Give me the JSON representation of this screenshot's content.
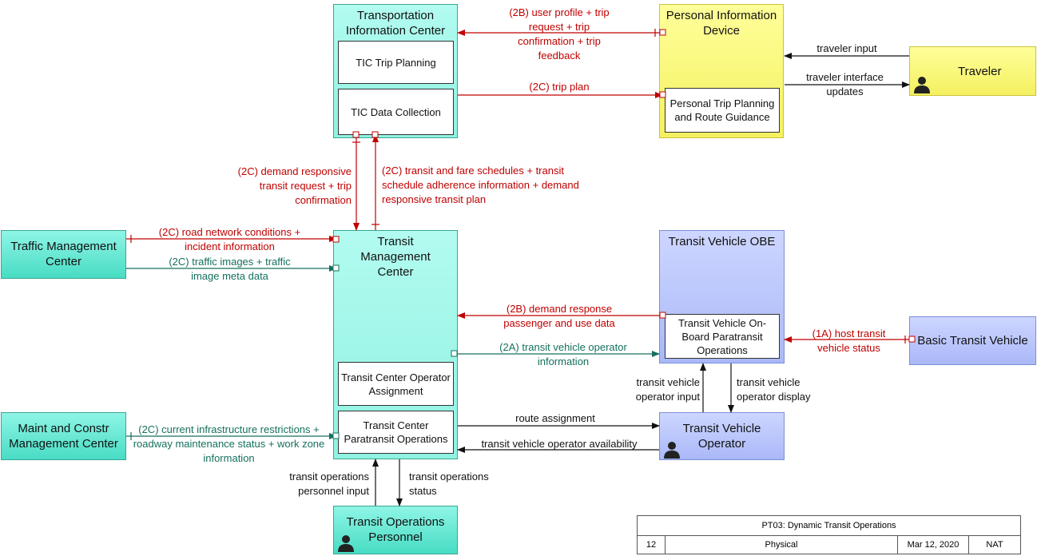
{
  "nodes": {
    "tic": "Transportation Information Center",
    "tic_trip": "TIC Trip Planning",
    "tic_data": "TIC Data Collection",
    "pid": "Personal Information Device",
    "pid_sub": "Personal Trip Planning and Route Guidance",
    "traveler": "Traveler",
    "tmgmt": "Traffic Management Center",
    "transit_mgmt": "Transit Management Center",
    "tc_assign": "Transit Center Operator Assignment",
    "tc_para": "Transit Center Paratransit Operations",
    "maint": "Maint and Constr Management Center",
    "tops": "Transit Operations Personnel",
    "obe": "Transit Vehicle OBE",
    "obe_sub": "Transit Vehicle On-Board Paratransit Operations",
    "btv": "Basic Transit Vehicle",
    "tvo": "Transit Vehicle Operator"
  },
  "flows": {
    "f2b_profile": "(2B) user profile + trip request + trip confirmation + trip feedback",
    "traveler_input": "traveler input",
    "traveler_updates": "traveler interface updates",
    "f2c_trip_plan": "(2C) trip plan",
    "f2c_dr_request": "(2C) demand responsive transit request + trip confirmation",
    "f2c_schedules": "(2C) transit and fare schedules + transit schedule adherence information + demand responsive transit plan",
    "f2c_road": "(2C) road network conditions + incident information",
    "f2c_images": "(2C) traffic images + traffic image meta data",
    "f2b_dr_passenger": "(2B) demand response passenger and use data",
    "f2a_operator_info": "(2A) transit vehicle operator information",
    "f1a_host": "(1A) host transit vehicle status",
    "tvo_input": "transit vehicle operator input",
    "tvo_display": "transit vehicle operator display",
    "route_assignment": "route assignment",
    "tvo_availability": "transit vehicle operator availability",
    "f2c_infra": "(2C) current infrastructure restrictions + roadway maintenance status + work zone information",
    "tops_input": "transit operations personnel input",
    "tops_status": "transit operations status"
  },
  "title_block": {
    "title": "PT03: Dynamic Transit Operations",
    "number": "12",
    "view": "Physical",
    "date": "Mar 12, 2020",
    "org": "NAT"
  },
  "colors": {
    "information_flow_red": "#c00000",
    "information_flow_green": "#14705e",
    "local_flow_black": "#111111",
    "center_teal": "#5fe3cc",
    "device_yellow": "#f6f27a",
    "vehicle_blue": "#b3c0fa"
  },
  "icons": [
    "person-icon"
  ]
}
